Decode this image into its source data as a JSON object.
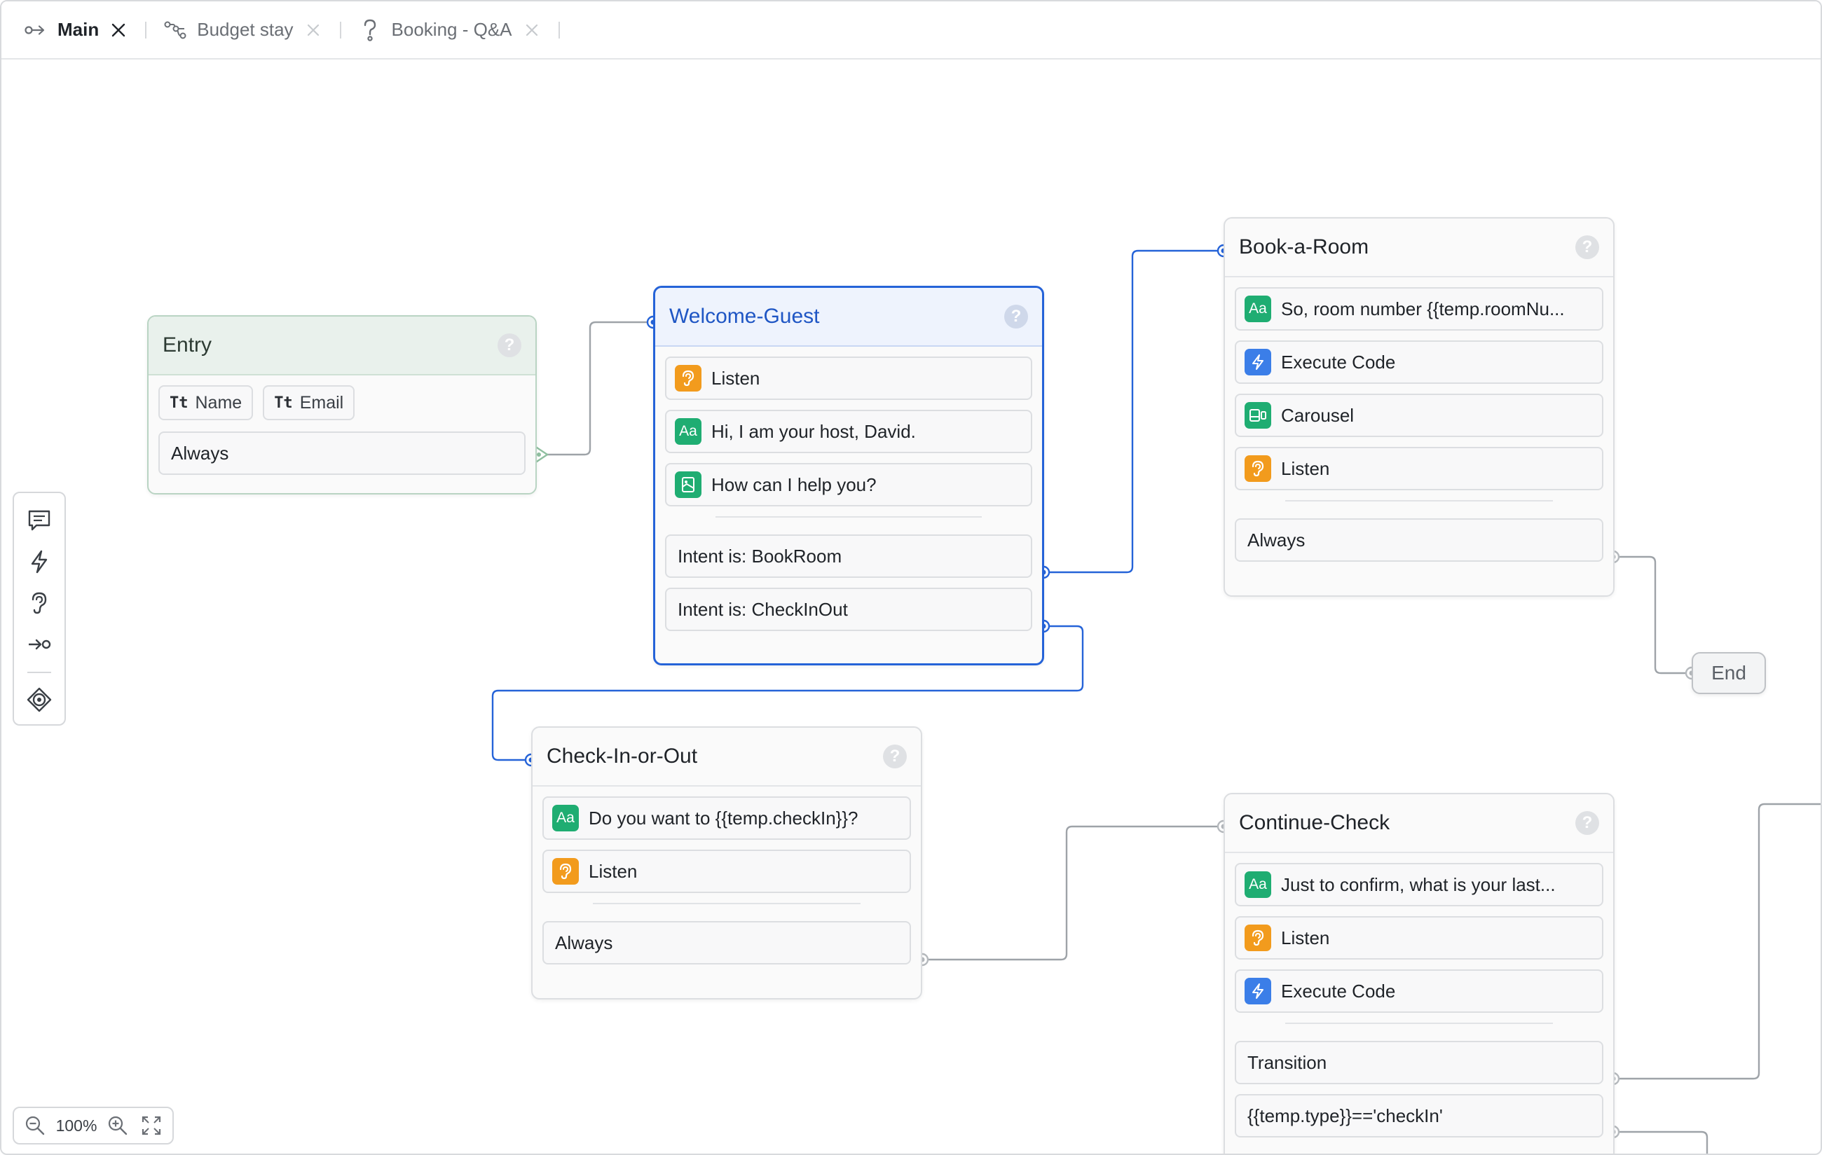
{
  "tabs": [
    {
      "label": "Main",
      "icon": "flow-arrow-icon",
      "active": true
    },
    {
      "label": "Budget stay",
      "icon": "branch-icon",
      "active": false
    },
    {
      "label": "Booking - Q&A",
      "icon": "question-icon",
      "active": false
    }
  ],
  "nodes": {
    "entry": {
      "title": "Entry",
      "variables": [
        {
          "type": "Tt",
          "label": "Name"
        },
        {
          "type": "Tt",
          "label": "Email"
        }
      ],
      "ports": [
        "Always"
      ]
    },
    "welcome": {
      "title": "Welcome-Guest",
      "steps": [
        {
          "label": "Listen",
          "badge": "ear-icon",
          "badge_text": ""
        },
        {
          "label": "Hi, I am your host, David.",
          "badge": "text-icon",
          "badge_text": "Aa"
        },
        {
          "label": "How can I help you?",
          "badge": "image-card-icon",
          "badge_text": ""
        }
      ],
      "ports": [
        {
          "prefix": "Intent is: ",
          "value": "BookRoom"
        },
        {
          "prefix": "Intent is: ",
          "value": "CheckInOut"
        }
      ]
    },
    "book": {
      "title": "Book-a-Room",
      "steps": [
        {
          "label": "So, room number {{temp.roomNu...",
          "badge": "text-icon",
          "badge_text": "Aa"
        },
        {
          "label": "Execute Code",
          "badge": "lightning-icon",
          "badge_text": ""
        },
        {
          "label": "Carousel",
          "badge": "carousel-icon",
          "badge_text": ""
        },
        {
          "label": "Listen",
          "badge": "ear-icon",
          "badge_text": ""
        }
      ],
      "ports": [
        "Always"
      ]
    },
    "checkin": {
      "title": "Check-In-or-Out",
      "steps": [
        {
          "label": "Do you want to {{temp.checkIn}}?",
          "badge": "text-icon",
          "badge_text": "Aa"
        },
        {
          "label": "Listen",
          "badge": "ear-icon",
          "badge_text": ""
        }
      ],
      "ports": [
        "Always"
      ]
    },
    "continue": {
      "title": "Continue-Check",
      "steps": [
        {
          "label": "Just to confirm, what is your last...",
          "badge": "text-icon",
          "badge_text": "Aa"
        },
        {
          "label": "Listen",
          "badge": "ear-icon",
          "badge_text": ""
        },
        {
          "label": "Execute Code",
          "badge": "lightning-icon",
          "badge_text": ""
        }
      ],
      "ports": [
        "Transition",
        "{{temp.type}}=='checkIn'"
      ]
    },
    "end": {
      "title": "End"
    }
  },
  "palette": [
    "message-icon",
    "lightning-icon",
    "ear-icon",
    "transition-icon",
    "eye-icon"
  ],
  "zoom": {
    "value": "100%"
  },
  "colors": {
    "selected": "#2563d8",
    "text_badge": "#1fad72",
    "listen_badge": "#f29b1d",
    "code_badge": "#3b7ee8",
    "wire": "#9ea3a8"
  }
}
